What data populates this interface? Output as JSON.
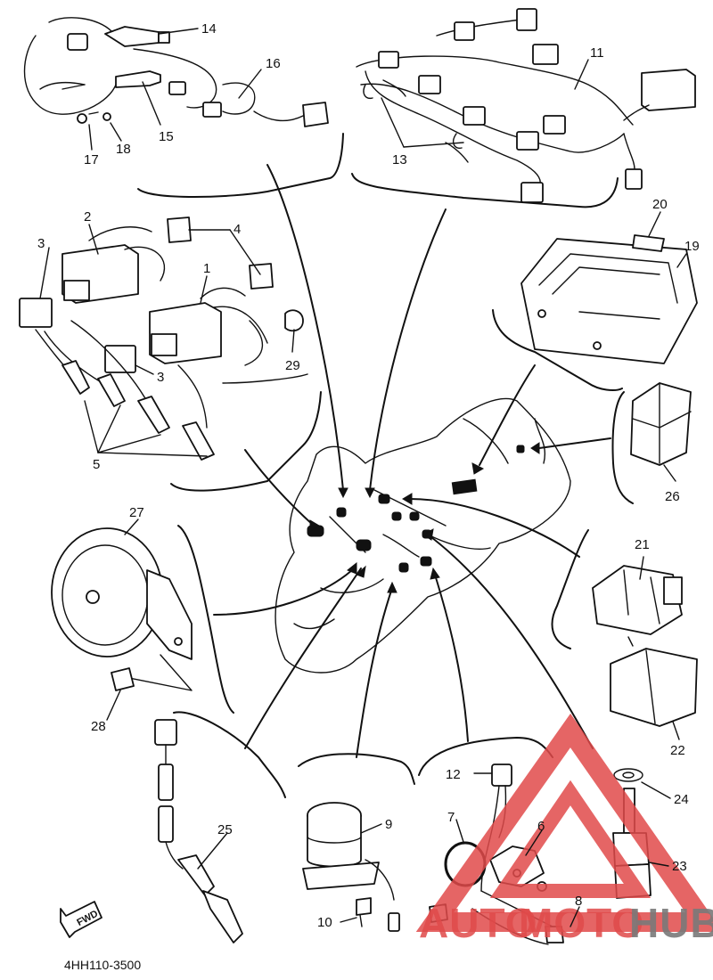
{
  "diagram": {
    "code": "4HH110-3500",
    "fwd_label": "FWD",
    "callouts": {
      "c1": "1",
      "c2": "2",
      "c3a": "3",
      "c3b": "3",
      "c4": "4",
      "c5": "5",
      "c6": "6",
      "c7": "7",
      "c8": "8",
      "c9": "9",
      "c10": "10",
      "c11": "11",
      "c12": "12",
      "c13": "13",
      "c14": "14",
      "c15": "15",
      "c16": "16",
      "c17": "17",
      "c18": "18",
      "c19": "19",
      "c20": "20",
      "c21": "21",
      "c22": "22",
      "c23": "23",
      "c24": "24",
      "c25": "25",
      "c26": "26",
      "c27": "27",
      "c28": "28",
      "c29": "29"
    }
  },
  "watermark": {
    "text_a": "AUTO",
    "text_b": "MOTO",
    "text_c": "HUB",
    "color_primary": "#e04a4a",
    "color_secondary": "#7a7a7a"
  }
}
